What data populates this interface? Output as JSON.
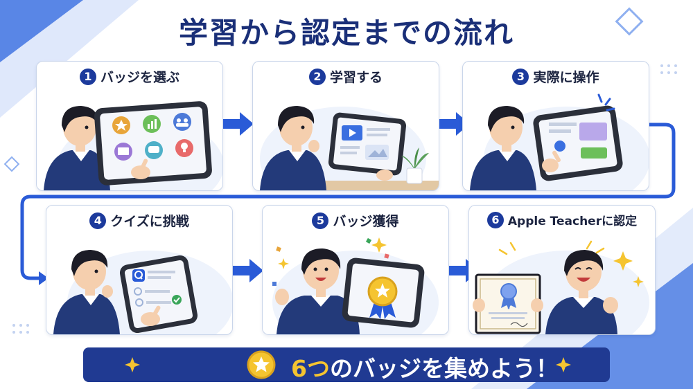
{
  "title": "学習から認定までの流れ",
  "steps": [
    {
      "num": "1",
      "label": "バッジを選ぶ"
    },
    {
      "num": "2",
      "label": "学習する"
    },
    {
      "num": "3",
      "label": "実際に操作"
    },
    {
      "num": "4",
      "label": "クイズに挑戦"
    },
    {
      "num": "5",
      "label": "バッジ獲得"
    },
    {
      "num": "6",
      "label": "Apple Teacherに認定"
    }
  ],
  "banner": {
    "highlight": "6つ",
    "text": "のバッジを集めよう！"
  },
  "colors": {
    "navy": "#1a2f78",
    "accent_blue": "#2a5bd7",
    "gold": "#f5c430",
    "card_border": "#c9d5ea"
  },
  "icons": [
    "star-icon",
    "chart-icon",
    "people-icon",
    "book-icon",
    "chat-icon",
    "lightbulb-icon",
    "play-icon",
    "image-icon",
    "quiz-q-icon",
    "check-icon",
    "medal-icon",
    "ribbon-icon",
    "sparkle-icon",
    "plant-icon"
  ]
}
